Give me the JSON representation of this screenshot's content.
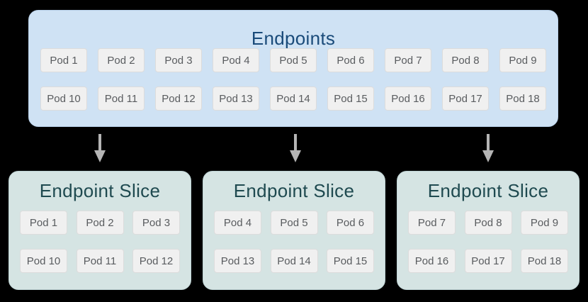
{
  "colors": {
    "background": "#000000",
    "endpoints_fill": "#cfe2f4",
    "endpoints_border": "#b9d1ea",
    "endpoints_title_text": "#1a4b7a",
    "slice_fill": "#d5e4e3",
    "slice_border": "#bed3d4",
    "slice_title_text": "#1f4a50",
    "pod_fill": "#f0f0f0",
    "pod_border": "#dcdcdc",
    "pod_text": "#595c5f",
    "arrow": "#b5b5b5"
  },
  "endpoints": {
    "title": "Endpoints",
    "rows": [
      [
        "Pod 1",
        "Pod 2",
        "Pod 3",
        "Pod 4",
        "Pod 5",
        "Pod 6",
        "Pod 7",
        "Pod 8",
        "Pod 9"
      ],
      [
        "Pod 10",
        "Pod 11",
        "Pod 12",
        "Pod 13",
        "Pod 14",
        "Pod 15",
        "Pod 16",
        "Pod 17",
        "Pod 18"
      ]
    ]
  },
  "arrows": [
    "down-arrow",
    "down-arrow",
    "down-arrow"
  ],
  "slices": [
    {
      "title": "Endpoint Slice",
      "rows": [
        [
          "Pod 1",
          "Pod 2",
          "Pod 3"
        ],
        [
          "Pod 10",
          "Pod 11",
          "Pod 12"
        ]
      ]
    },
    {
      "title": "Endpoint Slice",
      "rows": [
        [
          "Pod 4",
          "Pod 5",
          "Pod 6"
        ],
        [
          "Pod 13",
          "Pod 14",
          "Pod 15"
        ]
      ]
    },
    {
      "title": "Endpoint Slice",
      "rows": [
        [
          "Pod 7",
          "Pod 8",
          "Pod 9"
        ],
        [
          "Pod 16",
          "Pod 17",
          "Pod 18"
        ]
      ]
    }
  ]
}
